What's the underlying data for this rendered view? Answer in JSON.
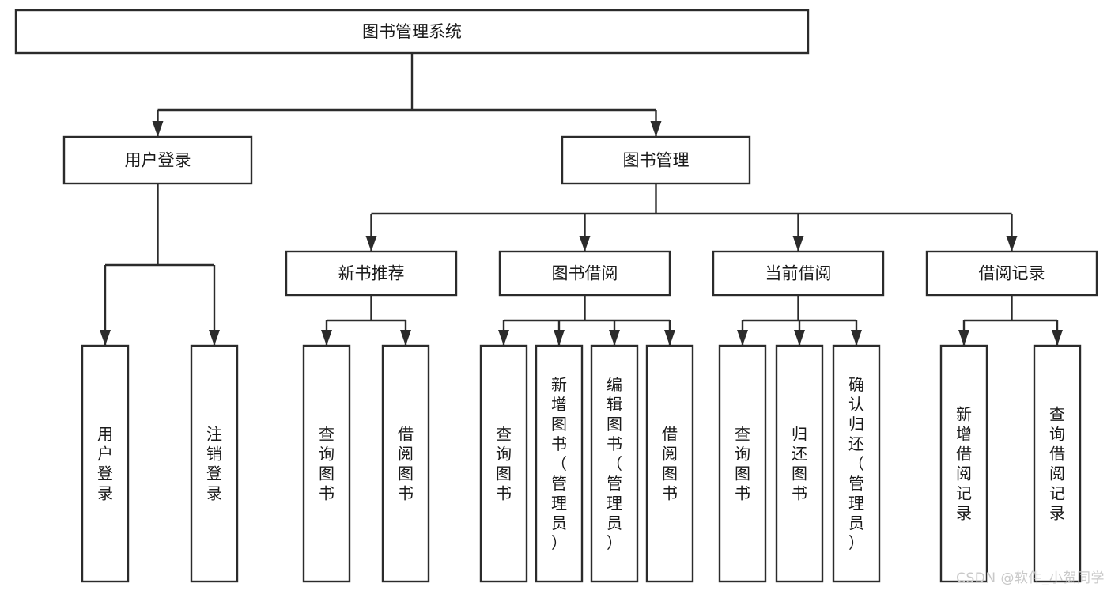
{
  "diagram": {
    "type": "tree",
    "title": "图书管理系统",
    "watermark": "CSDN @软件_小贺同学",
    "colors": {
      "background": "#ffffff",
      "stroke": "#2b2b2b",
      "text": "#1a1a1a",
      "watermark": "#c9c9c9"
    },
    "nodes": {
      "root": {
        "label": "图书管理系统",
        "orientation": "horizontal"
      },
      "level2": [
        {
          "id": "user-login",
          "label": "用户登录",
          "orientation": "horizontal"
        },
        {
          "id": "book-management",
          "label": "图书管理",
          "orientation": "horizontal"
        }
      ],
      "level3": [
        {
          "id": "new-book-recommend",
          "label": "新书推荐",
          "orientation": "horizontal"
        },
        {
          "id": "book-borrow",
          "label": "图书借阅",
          "orientation": "horizontal"
        },
        {
          "id": "current-borrow",
          "label": "当前借阅",
          "orientation": "horizontal"
        },
        {
          "id": "borrow-record",
          "label": "借阅记录",
          "orientation": "horizontal"
        }
      ],
      "leaves": [
        {
          "id": "leaf-user-login",
          "label": "用户登录",
          "parent": "user-login",
          "orientation": "vertical"
        },
        {
          "id": "leaf-logout-login",
          "label": "注销登录",
          "parent": "user-login",
          "orientation": "vertical"
        },
        {
          "id": "leaf-query-book-1",
          "label": "查询图书",
          "parent": "new-book-recommend",
          "orientation": "vertical"
        },
        {
          "id": "leaf-borrow-book-1",
          "label": "借阅图书",
          "parent": "new-book-recommend",
          "orientation": "vertical"
        },
        {
          "id": "leaf-query-book-2",
          "label": "查询图书",
          "parent": "book-borrow",
          "orientation": "vertical"
        },
        {
          "id": "leaf-add-book",
          "label": "新增图书（管理员）",
          "parent": "book-borrow",
          "orientation": "vertical"
        },
        {
          "id": "leaf-edit-book",
          "label": "编辑图书（管理员）",
          "parent": "book-borrow",
          "orientation": "vertical"
        },
        {
          "id": "leaf-borrow-book-2",
          "label": "借阅图书",
          "parent": "book-borrow",
          "orientation": "vertical"
        },
        {
          "id": "leaf-query-book-3",
          "label": "查询图书",
          "parent": "current-borrow",
          "orientation": "vertical"
        },
        {
          "id": "leaf-return-book",
          "label": "归还图书",
          "parent": "current-borrow",
          "orientation": "vertical"
        },
        {
          "id": "leaf-confirm-return",
          "label": "确认归还（管理员）",
          "parent": "current-borrow",
          "orientation": "vertical"
        },
        {
          "id": "leaf-add-record",
          "label": "新增借阅记录",
          "parent": "borrow-record",
          "orientation": "vertical"
        },
        {
          "id": "leaf-query-record",
          "label": "查询借阅记录",
          "parent": "borrow-record",
          "orientation": "vertical"
        }
      ]
    }
  }
}
